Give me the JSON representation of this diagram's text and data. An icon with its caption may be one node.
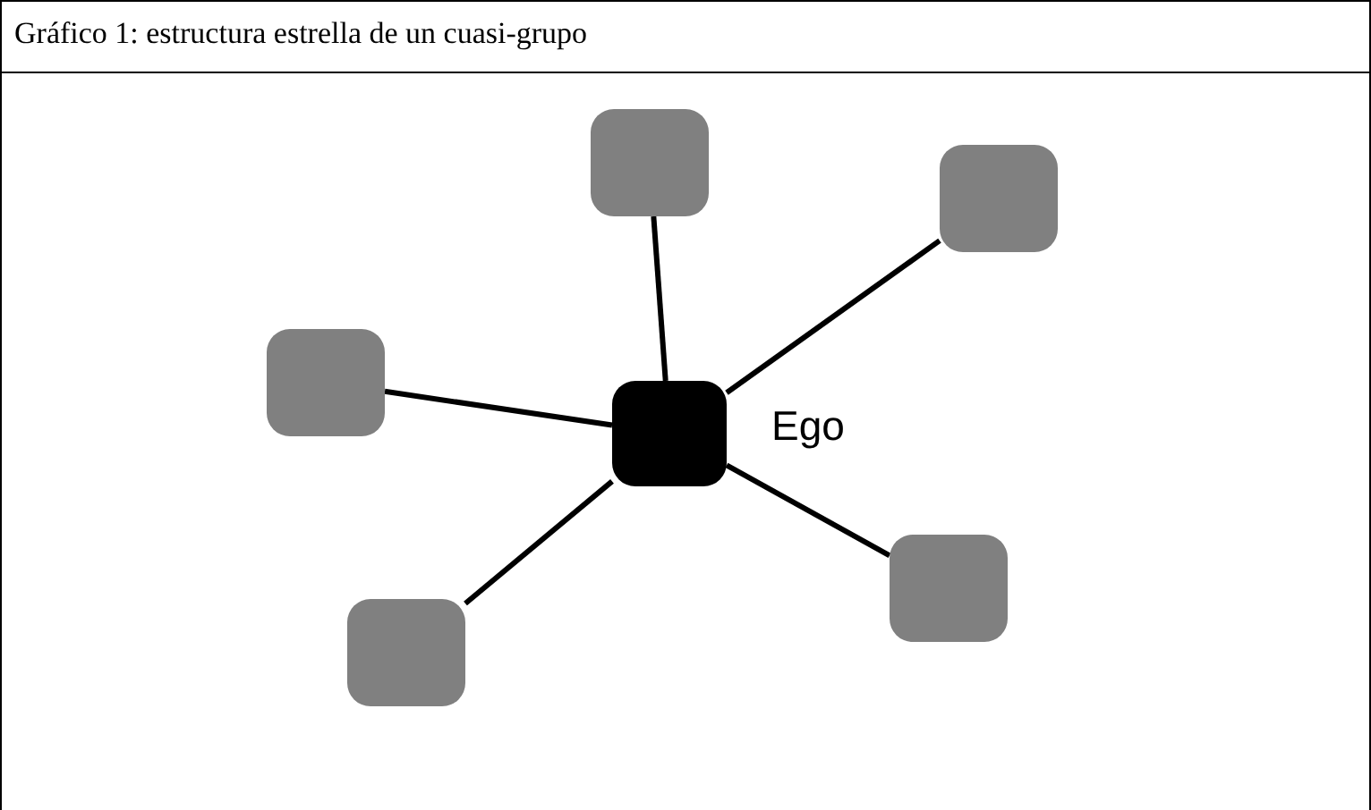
{
  "diagram": {
    "title": "Gráfico 1: estructura estrella de un cuasi-grupo",
    "nodes": [
      {
        "text": [],
        "shape": "box"
      },
      {
        "text": [],
        "shape": "box"
      },
      {
        "text": [],
        "shape": "box"
      },
      {
        "text": [],
        "shape": "box",
        "beside": [
          "Ego"
        ]
      },
      {
        "text": [],
        "shape": "box"
      },
      {
        "text": [],
        "shape": "box"
      }
    ],
    "edges": [
      {
        "from": 3,
        "to": 0,
        "arrow": "none"
      },
      {
        "from": 3,
        "to": 1,
        "arrow": "none"
      },
      {
        "from": 3,
        "to": 2,
        "arrow": "none"
      },
      {
        "from": 3,
        "to": 4,
        "arrow": "none"
      },
      {
        "from": 3,
        "to": 5,
        "arrow": "none"
      }
    ]
  }
}
